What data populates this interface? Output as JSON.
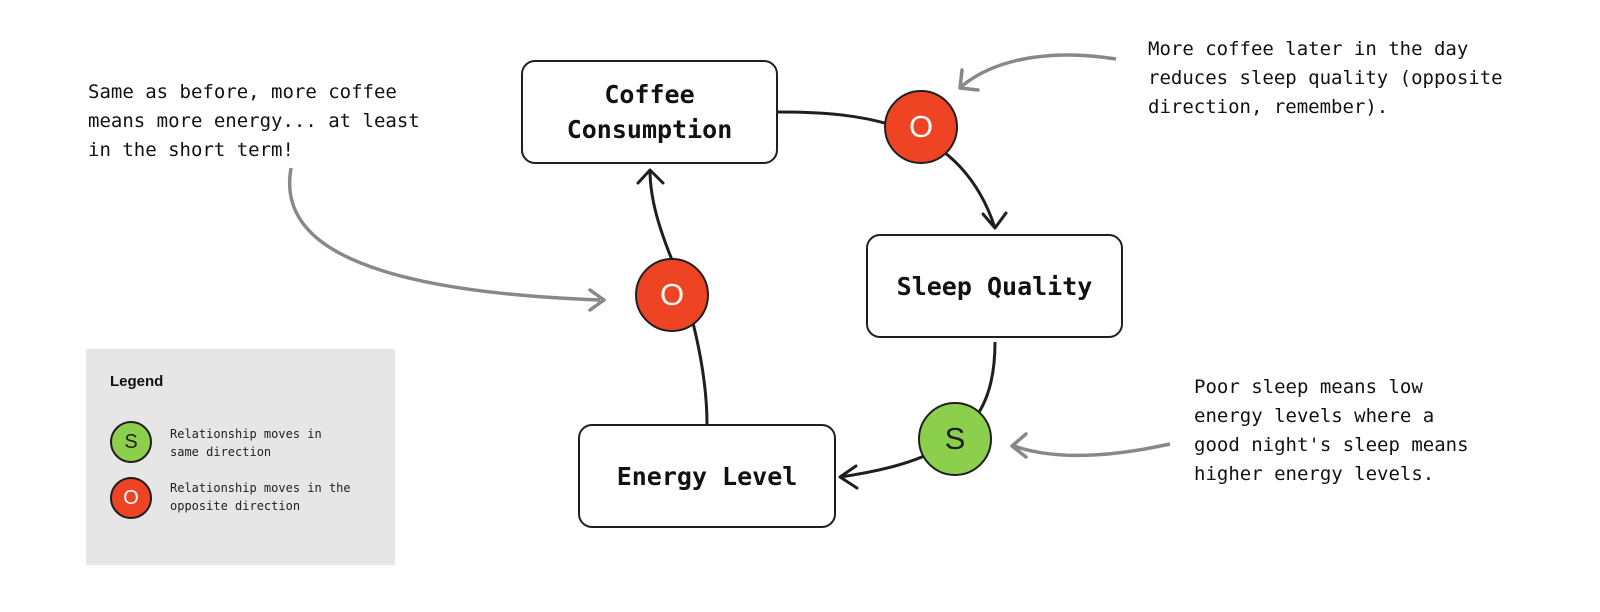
{
  "colors": {
    "opposite": "#ee4423",
    "same": "#8ccf4d",
    "stroke": "#1f1f1f",
    "annotation_arrow": "#888888",
    "legend_bg": "#e6e6e6"
  },
  "nodes": {
    "coffee": "Coffee\nConsumption",
    "sleep": "Sleep Quality",
    "energy": "Energy Level"
  },
  "links": [
    {
      "from": "Coffee Consumption",
      "to": "Sleep Quality",
      "polarity": "O"
    },
    {
      "from": "Sleep Quality",
      "to": "Energy Level",
      "polarity": "S"
    },
    {
      "from": "Energy Level",
      "to": "Coffee Consumption",
      "polarity": "O"
    }
  ],
  "badges": {
    "coffee_sleep": "O",
    "sleep_energy": "S",
    "energy_coffee": "O"
  },
  "annotations": {
    "energy_coffee": "Same as before, more coffee\nmeans more energy... at least\nin the short term!",
    "coffee_sleep": "More coffee later in the day\nreduces sleep quality (opposite\ndirection, remember).",
    "sleep_energy": "Poor sleep means low\nenergy levels where a\ngood night's sleep means\nhigher energy levels."
  },
  "legend": {
    "title": "Legend",
    "same": {
      "symbol": "S",
      "text": "Relationship moves in\nsame direction"
    },
    "opposite": {
      "symbol": "O",
      "text": "Relationship moves in the\nopposite direction"
    }
  }
}
